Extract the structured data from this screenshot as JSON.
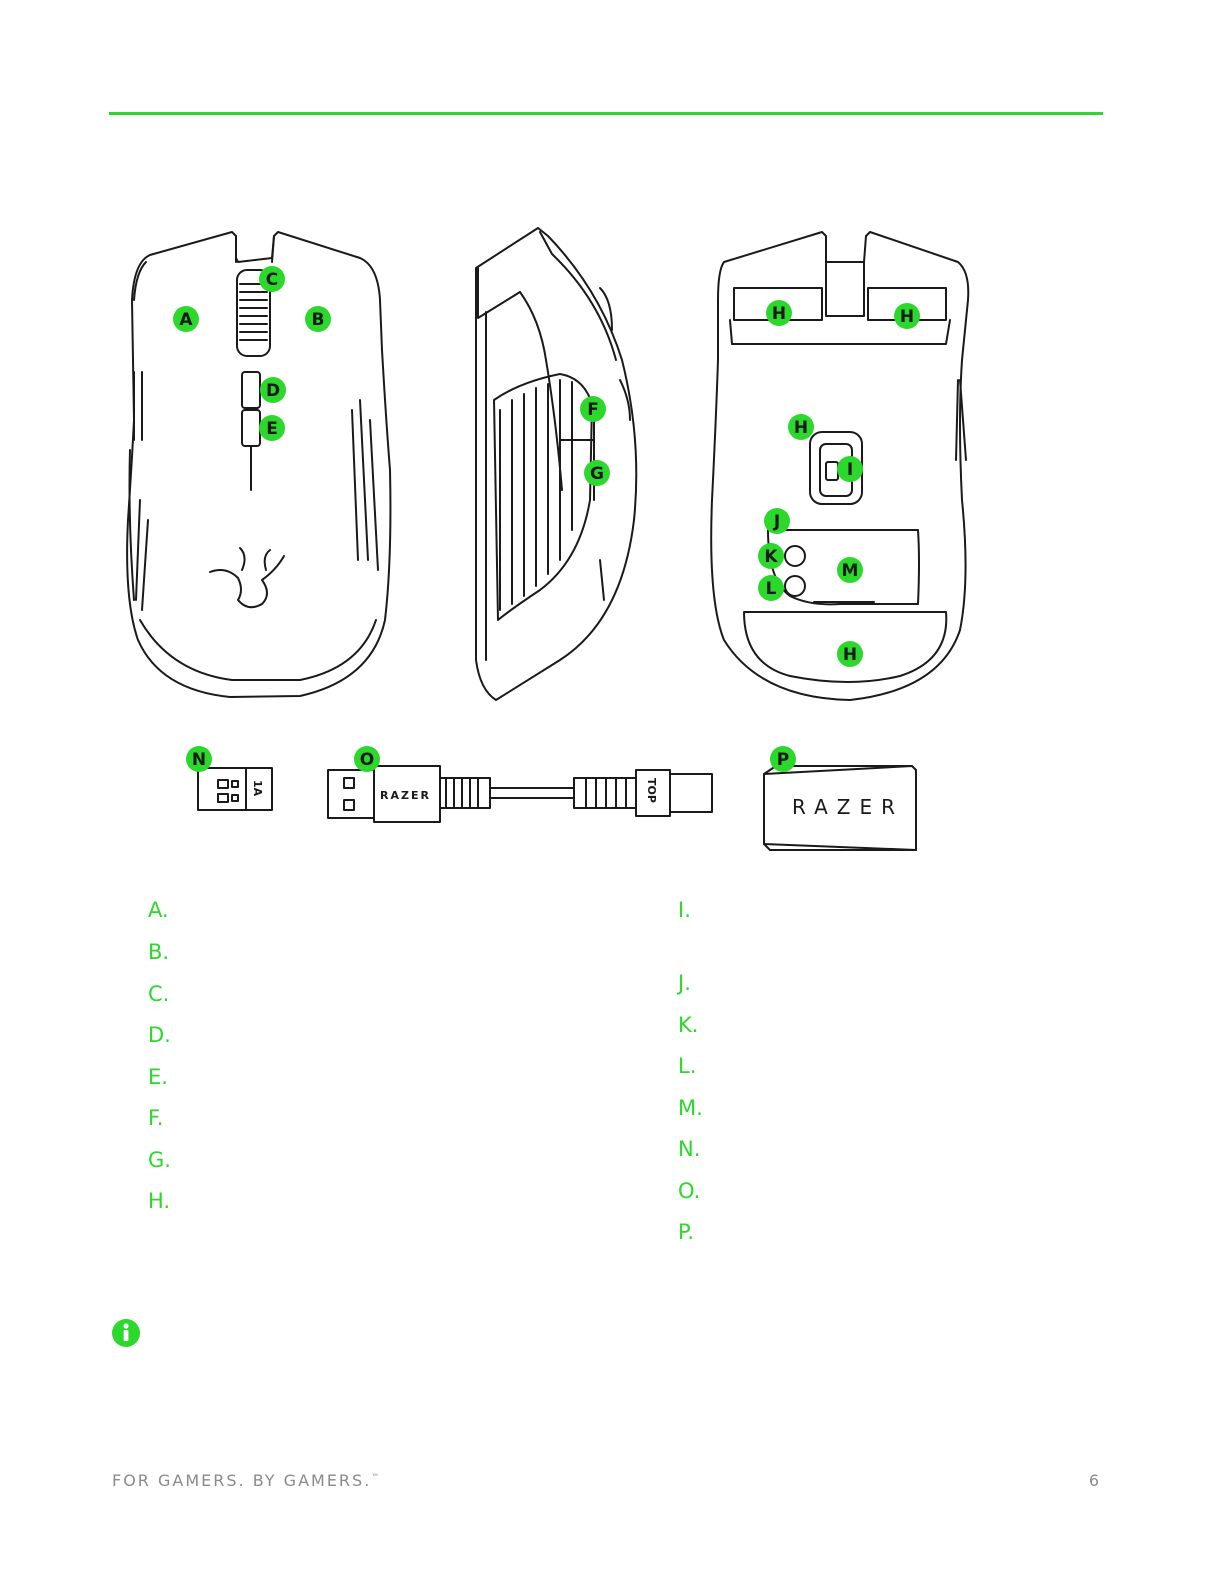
{
  "colors": {
    "accent": "#2bd82b",
    "line": "#1a1a1a",
    "footer": "#8a8a8a"
  },
  "callouts": [
    "A",
    "B",
    "C",
    "D",
    "E",
    "F",
    "G",
    "H",
    "I",
    "J",
    "K",
    "L",
    "M",
    "N",
    "O",
    "P"
  ],
  "cable": {
    "brand": "RAZER",
    "top_label": "TOP",
    "dongle_label": "1A"
  },
  "adapter": {
    "brand": "RAZER"
  },
  "legend": {
    "left": [
      "A.",
      "B.",
      "C.",
      "D.",
      "E.",
      "F.",
      "G.",
      "H."
    ],
    "right": [
      "I.",
      "J.",
      "K.",
      "L.",
      "M.",
      "N.",
      "O.",
      "P."
    ]
  },
  "icons": {
    "info": "info-icon"
  },
  "footer": {
    "tagline": "FOR GAMERS. BY GAMERS.",
    "trademark": "™",
    "page_number": "6"
  }
}
